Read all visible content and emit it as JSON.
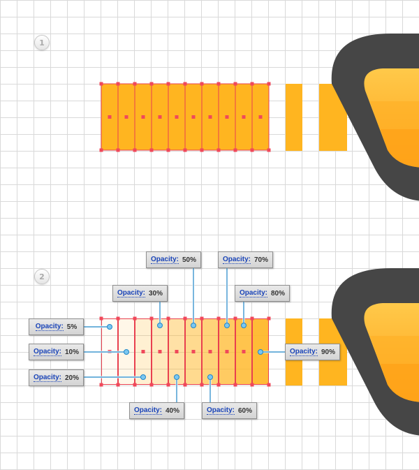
{
  "steps": [
    {
      "number": "1"
    },
    {
      "number": "2"
    }
  ],
  "colors": {
    "grid_line": "#d9d9d9",
    "rect_fill": "#ffb520",
    "anchor_red": "#f0485a",
    "path_red": "#e8404f",
    "shape_dark": "#464646",
    "shape_orange_light": "#ffc23a",
    "shape_orange_dark": "#ffa31a",
    "leader_blue": "#1f86c8"
  },
  "opacity_steps": [
    {
      "label": "Opacity:",
      "value": "5%",
      "opacity": 0.05
    },
    {
      "label": "Opacity:",
      "value": "10%",
      "opacity": 0.1
    },
    {
      "label": "Opacity:",
      "value": "20%",
      "opacity": 0.2
    },
    {
      "label": "Opacity:",
      "value": "30%",
      "opacity": 0.3
    },
    {
      "label": "Opacity:",
      "value": "40%",
      "opacity": 0.4
    },
    {
      "label": "Opacity:",
      "value": "50%",
      "opacity": 0.5
    },
    {
      "label": "Opacity:",
      "value": "60%",
      "opacity": 0.6
    },
    {
      "label": "Opacity:",
      "value": "70%",
      "opacity": 0.7
    },
    {
      "label": "Opacity:",
      "value": "80%",
      "opacity": 0.8
    },
    {
      "label": "Opacity:",
      "value": "90%",
      "opacity": 0.9
    }
  ]
}
